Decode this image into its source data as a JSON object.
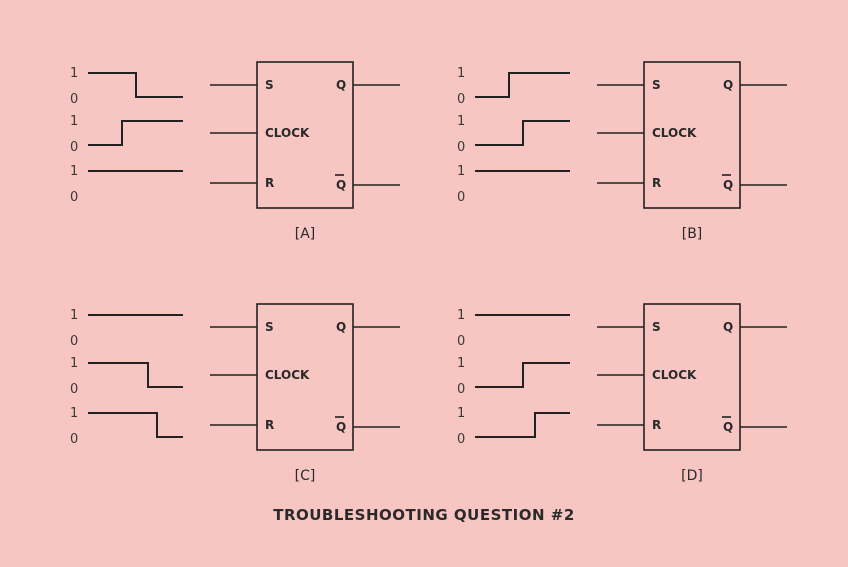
{
  "figure": {
    "caption": "TROUBLESHOOTING QUESTION #2",
    "colors": {
      "background": "#f7c6c3",
      "ink": "#222222"
    },
    "level_labels": {
      "high": "1",
      "low": "0"
    },
    "pins": {
      "set": "S",
      "clock": "CLOCK",
      "reset": "R",
      "q": "Q",
      "q_bar": "Q"
    },
    "panels": [
      {
        "label": "[A]",
        "waveforms": {
          "s": "falling",
          "clock": "rising",
          "r": "high"
        }
      },
      {
        "label": "[B]",
        "waveforms": {
          "s": "rising",
          "clock": "rising",
          "r": "high"
        }
      },
      {
        "label": "[C]",
        "waveforms": {
          "s": "high",
          "clock": "falling",
          "r": "falling"
        }
      },
      {
        "label": "[D]",
        "waveforms": {
          "s": "high",
          "clock": "rising",
          "r": "rising"
        }
      }
    ]
  }
}
